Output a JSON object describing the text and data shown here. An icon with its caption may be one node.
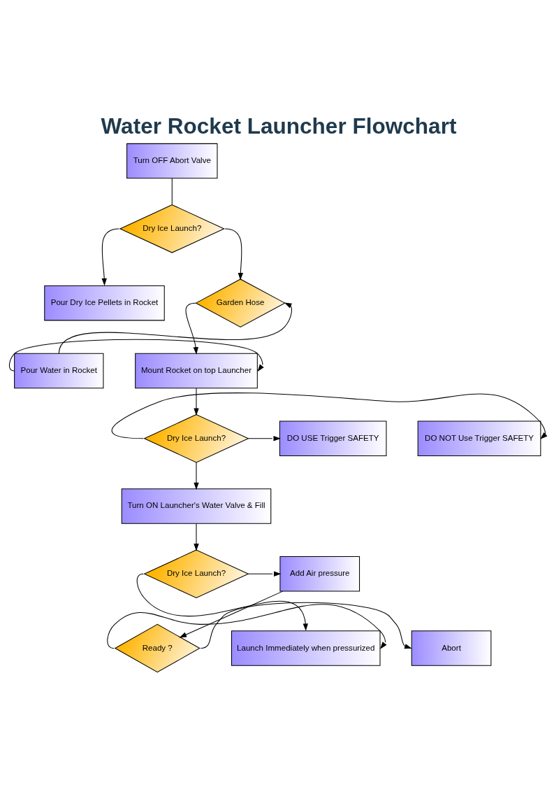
{
  "diagram": {
    "title": "Water Rocket Launcher Flowchart",
    "nodes": [
      {
        "text": [
          "Turn OFF Abort Valve"
        ]
      },
      {
        "text": [
          "Dry Ice Launch?"
        ]
      },
      {
        "text": [
          "Pour Dry Ice Pellets in Rocket"
        ]
      },
      {
        "text": [
          "Garden Hose"
        ]
      },
      {
        "text": [
          "Mount Rocket on top Launcher"
        ]
      },
      {
        "text": [
          "Pour Water in Rocket"
        ]
      },
      {
        "text": [
          "Dry Ice Launch?"
        ]
      },
      {
        "text": [
          "DO NOT Use Trigger SAFETY"
        ]
      },
      {
        "text": [
          "DO USE Trigger SAFETY"
        ]
      },
      {
        "text": [
          "Turn ON Launcher's Water Valve & Fill"
        ]
      },
      {
        "text": [
          "Dry Ice Launch?"
        ]
      },
      {
        "text": [
          "Add Air pressure"
        ]
      },
      {
        "text": [
          "Launch Immediately when pressurized"
        ]
      },
      {
        "text": [
          "Ready ?"
        ]
      },
      {
        "text": [
          "Abort"
        ]
      }
    ],
    "edges": [
      {
        "from": 0,
        "to": 1,
        "arrow": "none"
      },
      {
        "from": 1,
        "to": 2,
        "arrow": "to"
      },
      {
        "from": 1,
        "to": 3,
        "arrow": "to"
      },
      {
        "from": 3,
        "to": 4,
        "arrow": "to"
      },
      {
        "from": 5,
        "to": 3,
        "arrow": "to"
      },
      {
        "from": 5,
        "to": 4,
        "arrow": "to"
      },
      {
        "from": 4,
        "to": 6,
        "arrow": "to"
      },
      {
        "from": 6,
        "to": 7,
        "arrow": "to"
      },
      {
        "from": 6,
        "to": 8,
        "arrow": "to"
      },
      {
        "from": 6,
        "to": 9,
        "arrow": "to"
      },
      {
        "from": 9,
        "to": 10,
        "arrow": "to"
      },
      {
        "from": 10,
        "to": 11,
        "arrow": "to"
      },
      {
        "from": 10,
        "to": 12,
        "arrow": "to"
      },
      {
        "from": 11,
        "to": 13,
        "arrow": "to"
      },
      {
        "from": 13,
        "to": 12,
        "arrow": "to"
      },
      {
        "from": 13,
        "to": 14,
        "arrow": "to"
      }
    ]
  }
}
